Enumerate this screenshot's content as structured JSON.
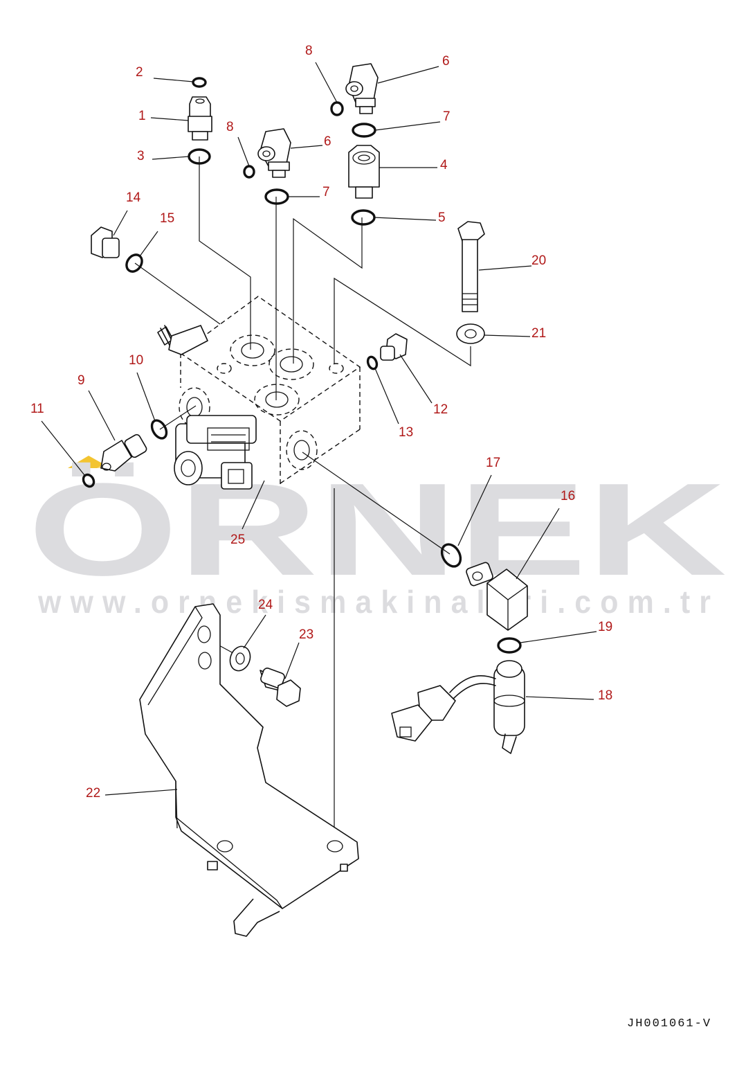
{
  "watermark": {
    "brand": "ÖRNEK",
    "url": "www.ornekismakinalari.com.tr",
    "accent_color": "#f3c430"
  },
  "drawing_code": "JH001061-V",
  "callout_color": "#b01818",
  "callouts": {
    "c1": "1",
    "c2": "2",
    "c3": "3",
    "c4": "4",
    "c5": "5",
    "c6a": "6",
    "c6b": "6",
    "c7a": "7",
    "c7b": "7",
    "c8a": "8",
    "c8b": "8",
    "c9": "9",
    "c10": "10",
    "c11": "11",
    "c12": "12",
    "c13": "13",
    "c14": "14",
    "c15": "15",
    "c16": "16",
    "c17": "17",
    "c18": "18",
    "c19": "19",
    "c20": "20",
    "c21": "21",
    "c22": "22",
    "c23": "23",
    "c24": "24",
    "c25": "25"
  }
}
